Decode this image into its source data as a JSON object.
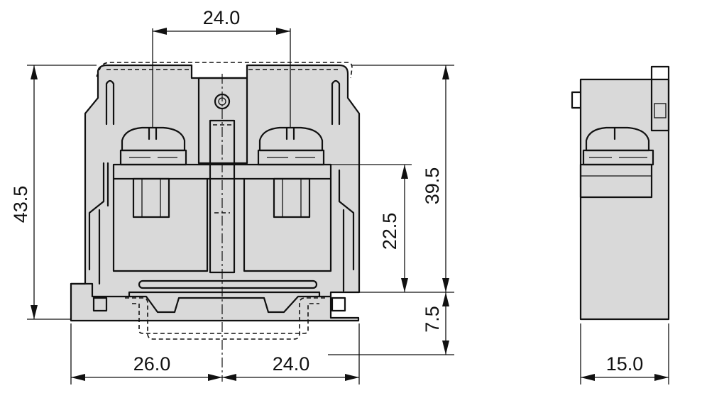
{
  "diagram": {
    "colors": {
      "body_fill": "#d9d9d9",
      "line": "#111111",
      "background": "#ffffff"
    },
    "dimensions": {
      "screw_spacing": "24.0",
      "total_height": "43.5",
      "body_height": "39.5",
      "clamp_height": "22.5",
      "rail_offset": "7.5",
      "left_width": "26.0",
      "right_width": "24.0",
      "side_width": "15.0"
    }
  }
}
